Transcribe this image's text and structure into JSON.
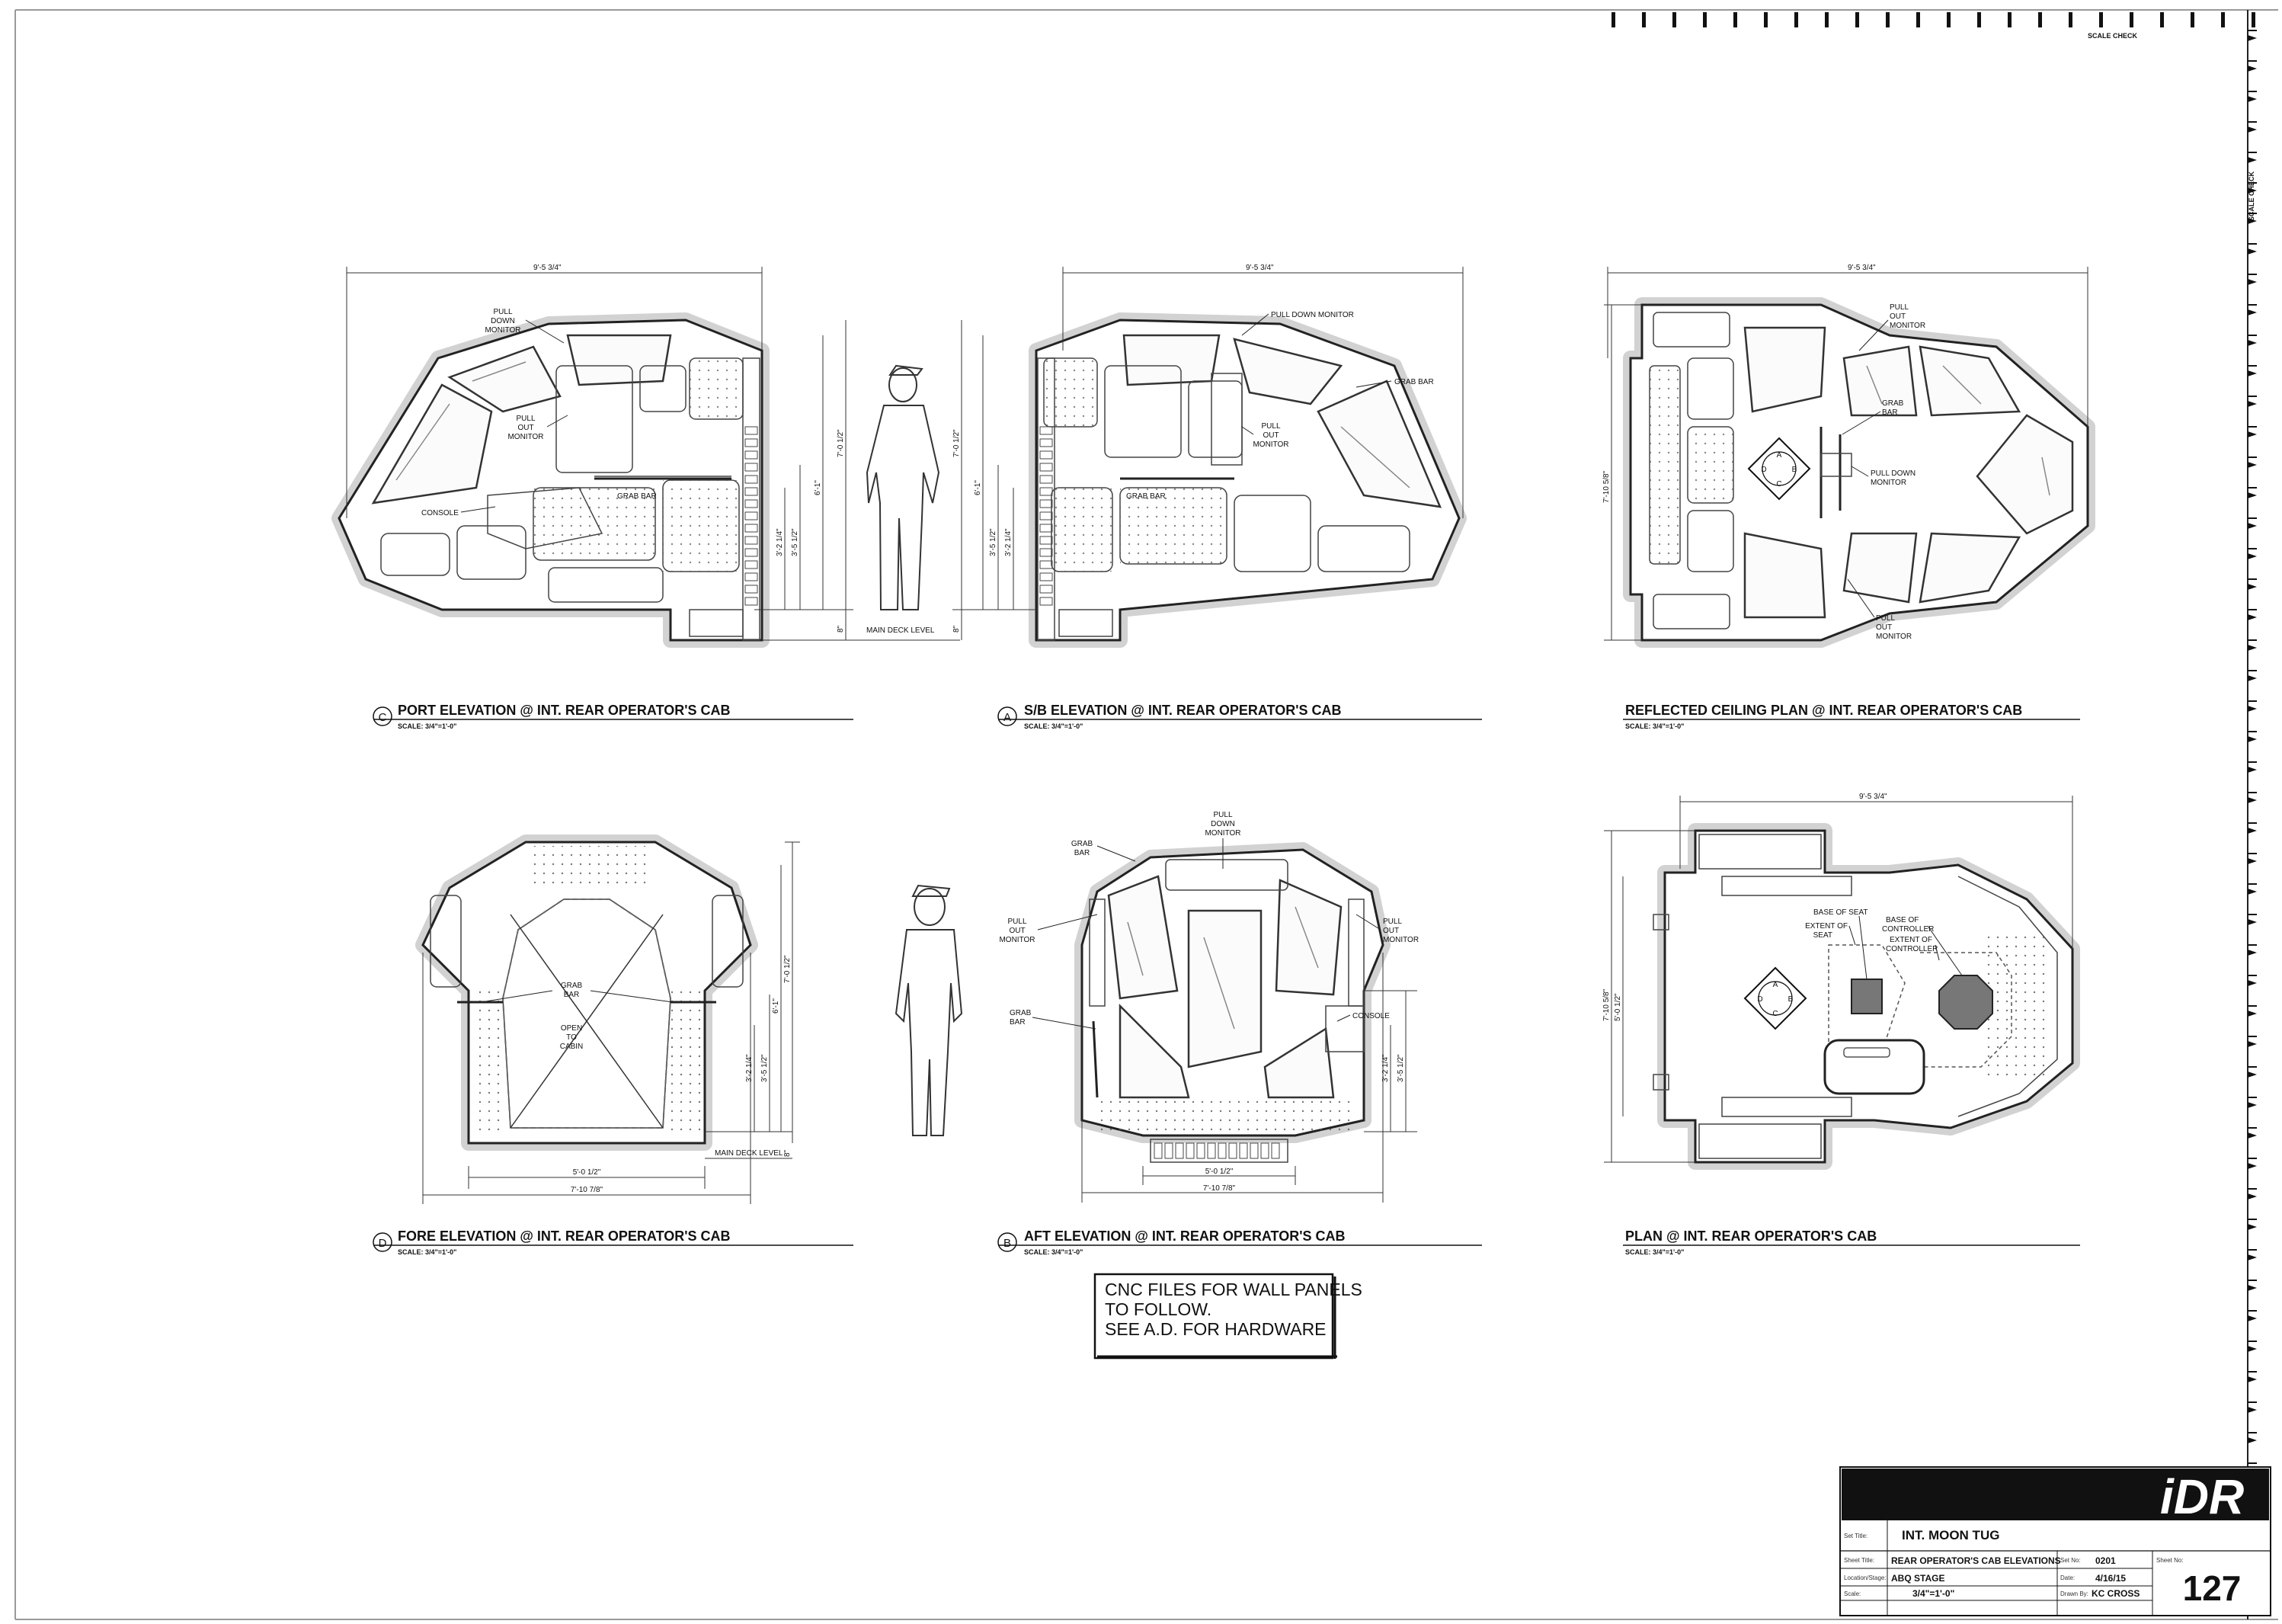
{
  "scale_check": {
    "top_label": "SCALE CHECK",
    "side_label": "SCALE CHECK"
  },
  "views": {
    "port": {
      "bubble": "C",
      "title": "PORT ELEVATION @ INT. REAR OPERATOR'S CAB",
      "scale": "SCALE: 3/4\"=1'-0\"",
      "labels": {
        "pull_down_monitor": [
          "PULL",
          "DOWN",
          "MONITOR"
        ],
        "pull_out_monitor": [
          "PULL",
          "OUT",
          "MONITOR"
        ],
        "console": "CONSOLE",
        "grab_bar": "GRAB BAR",
        "main_deck_level": "MAIN DECK LEVEL"
      },
      "dims": {
        "width": "9'-5 3/4\"",
        "h1": "7'-0 1/2\"",
        "h2": "6'-1\"",
        "h3": "3'-5 1/2\"",
        "h4": "3'-2 1/4\"",
        "h5": "8\""
      }
    },
    "sb": {
      "bubble": "A",
      "title": "S/B ELEVATION @ INT. REAR OPERATOR'S CAB",
      "scale": "SCALE: 3/4\"=1'-0\"",
      "labels": {
        "pull_down_monitor": "PULL DOWN MONITOR",
        "grab_bar_top": "GRAB BAR",
        "pull_out_monitor": [
          "PULL",
          "OUT",
          "MONITOR"
        ],
        "grab_bar": "GRAB BAR"
      },
      "dims": {
        "width": "9'-5 3/4\"",
        "h1": "7'-0 1/2\"",
        "h2": "6'-1\"",
        "h3": "3'-5 1/2\"",
        "h4": "3'-2 1/4\"",
        "h5": "8\""
      }
    },
    "rcp": {
      "title": "REFLECTED CEILING PLAN @ INT. REAR OPERATOR'S CAB",
      "scale": "SCALE: 3/4\"=1'-0\"",
      "labels": {
        "pull_out_monitor_top": [
          "PULL",
          "OUT",
          "MONITOR"
        ],
        "grab_bar": [
          "GRAB",
          "BAR"
        ],
        "pull_down_monitor": [
          "PULL DOWN",
          "MONITOR"
        ],
        "pull_out_monitor_bottom": [
          "PULL",
          "OUT",
          "MONITOR"
        ]
      },
      "dims": {
        "width": "9'-5 3/4\"",
        "height": "7'-10 5/8\""
      },
      "key": [
        "A",
        "B",
        "C",
        "D"
      ]
    },
    "fore": {
      "bubble": "D",
      "title": "FORE ELEVATION @ INT. REAR OPERATOR'S CAB",
      "scale": "SCALE: 3/4\"=1'-0\"",
      "labels": {
        "grab_bar": [
          "GRAB",
          "BAR"
        ],
        "open_to_cabin": [
          "OPEN",
          "TO",
          "CABIN"
        ],
        "main_deck_level": "MAIN DECK LEVEL"
      },
      "dims": {
        "inner_width": "5'-0 1/2\"",
        "outer_width": "7'-10 7/8\"",
        "h1": "7'-0 1/2\"",
        "h2": "6'-1\"",
        "h3": "3'-5 1/2\"",
        "h4": "3'-2 1/4\"",
        "h5": "8\""
      }
    },
    "aft": {
      "bubble": "B",
      "title": "AFT ELEVATION @ INT. REAR OPERATOR'S CAB",
      "scale": "SCALE: 3/4\"=1'-0\"",
      "labels": {
        "pull_down_monitor": [
          "PULL",
          "DOWN",
          "MONITOR"
        ],
        "grab_bar_top": [
          "GRAB",
          "BAR"
        ],
        "pull_out_monitor_left": [
          "PULL",
          "OUT",
          "MONITOR"
        ],
        "pull_out_monitor_right": [
          "PULL",
          "OUT",
          "MONITOR"
        ],
        "grab_bar_bottom": [
          "GRAB",
          "BAR"
        ],
        "console": "CONSOLE"
      },
      "dims": {
        "inner_width": "5'-0 1/2\"",
        "outer_width": "7'-10 7/8\"",
        "h1": "3'-5 1/2\"",
        "h2": "3'-2 1/4\""
      }
    },
    "plan": {
      "title": "PLAN @ INT. REAR OPERATOR'S CAB",
      "scale": "SCALE: 3/4\"=1'-0\"",
      "labels": {
        "base_of_seat": "BASE OF SEAT",
        "extent_of_seat": [
          "EXTENT OF",
          "SEAT"
        ],
        "base_of_controller": [
          "BASE OF",
          "CONTROLLER"
        ],
        "extent_of_controller": [
          "EXTENT OF",
          "CONTROLLER"
        ]
      },
      "dims": {
        "width": "9'-5 3/4\"",
        "height": "7'-10 5/8\"",
        "inner": "5'-0 1/2\""
      },
      "key": [
        "A",
        "B",
        "C",
        "D"
      ]
    }
  },
  "note": [
    "CNC FILES FOR WALL PANELS",
    "TO FOLLOW.",
    "SEE A.D. FOR HARDWARE"
  ],
  "title_block": {
    "logo": "iDR",
    "set_title_label": "Set Title:",
    "set_title": "INT. MOON TUG",
    "sheet_title_label": "Sheet Title:",
    "sheet_title": "REAR OPERATOR'S CAB ELEVATIONS",
    "set_no_label": "Set No:",
    "set_no": "0201",
    "sheet_no_label": "Sheet No:",
    "sheet_no": "127",
    "location_label": "Location/Stage:",
    "location": "ABQ STAGE",
    "date_label": "Date:",
    "date": "4/16/15",
    "scale_label": "Scale:",
    "scale": "3/4\"=1'-0\"",
    "drawn_by_label": "Drawn By:",
    "drawn_by": "KC CROSS"
  }
}
